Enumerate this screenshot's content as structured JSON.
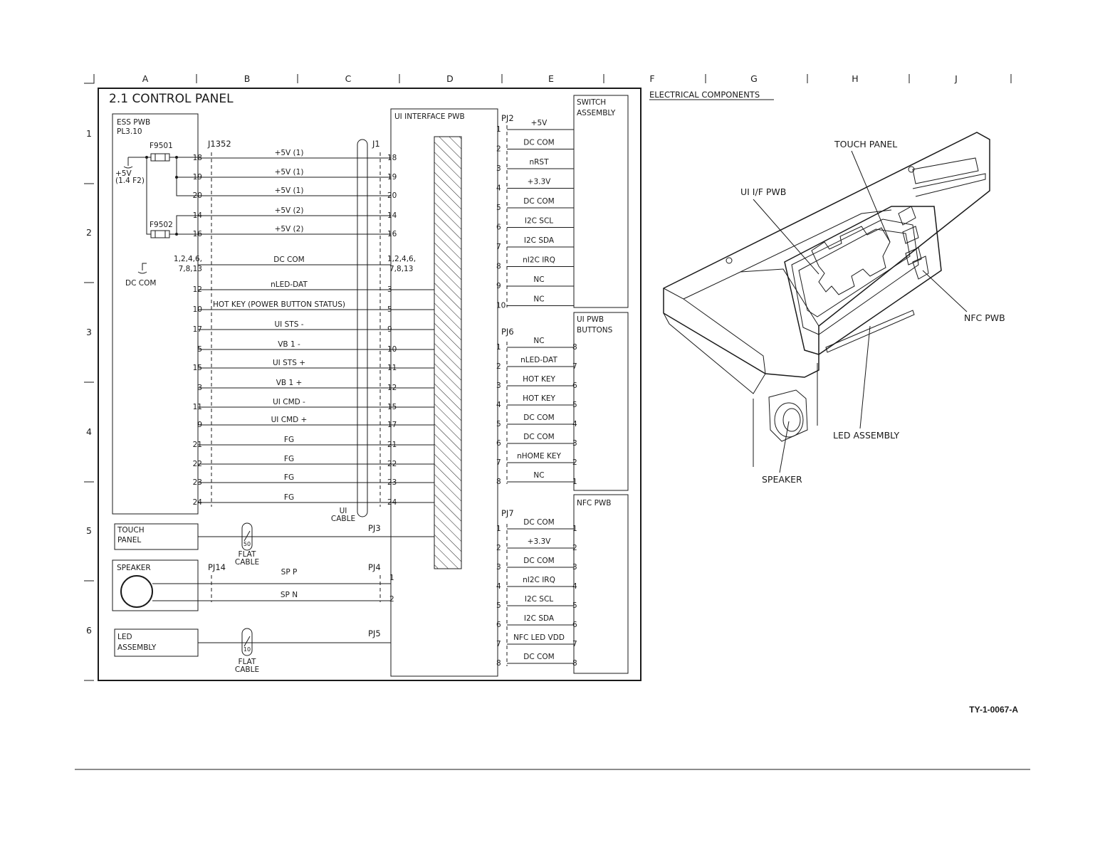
{
  "grid": {
    "columns": [
      "A",
      "B",
      "C",
      "D",
      "E",
      "F",
      "G",
      "H",
      "J"
    ],
    "rows": [
      "1",
      "2",
      "3",
      "4",
      "5",
      "6"
    ]
  },
  "title": "2.1 CONTROL PANEL",
  "ess": {
    "label": "ESS PWB",
    "sub": "PL3.10",
    "f1": "F9501",
    "f2": "F9502",
    "supply1": "+5V",
    "supply2": "(1.4 F2)",
    "dccom": "DC COM"
  },
  "connectors": {
    "j1352": "J1352",
    "j1": "J1",
    "pj2": "PJ2",
    "pj6": "PJ6",
    "pj7": "PJ7",
    "pj3": "PJ3",
    "pj4": "PJ4",
    "pj5": "PJ5",
    "pj14": "PJ14"
  },
  "ui_interface_label": "UI INTERFACE PWB",
  "ui_cable": [
    "UI",
    "CABLE"
  ],
  "main_signals": [
    {
      "left": "18",
      "name": "+5V (1)",
      "right": "18"
    },
    {
      "left": "19",
      "name": "+5V (1)",
      "right": "19"
    },
    {
      "left": "20",
      "name": "+5V (1)",
      "right": "20"
    },
    {
      "left": "14",
      "name": "+5V (2)",
      "right": "14"
    },
    {
      "left": "16",
      "name": "+5V (2)",
      "right": "16"
    },
    {
      "left": "1,2,4,6,",
      "left2": "7,8,13",
      "name": "DC COM",
      "right": "1,2,4,6,",
      "right2": "7,8,13"
    },
    {
      "left": "12",
      "name": "nLED-DAT",
      "right": "3"
    },
    {
      "left": "10",
      "name": "HOT KEY (POWER BUTTON STATUS)",
      "right": "5"
    },
    {
      "left": "17",
      "name": "UI STS -",
      "right": "9"
    },
    {
      "left": "5",
      "name": "VB 1 -",
      "right": "10"
    },
    {
      "left": "15",
      "name": "UI STS +",
      "right": "11"
    },
    {
      "left": "3",
      "name": "VB 1 +",
      "right": "12"
    },
    {
      "left": "11",
      "name": "UI CMD -",
      "right": "15"
    },
    {
      "left": "9",
      "name": "UI CMD +",
      "right": "17"
    },
    {
      "left": "21",
      "name": "FG",
      "right": "21"
    },
    {
      "left": "22",
      "name": "FG",
      "right": "22"
    },
    {
      "left": "23",
      "name": "FG",
      "right": "23"
    },
    {
      "left": "24",
      "name": "FG",
      "right": "24"
    }
  ],
  "switch_assembly": {
    "label1": "SWITCH",
    "label2": "ASSEMBLY",
    "pins": [
      {
        "pin": "1",
        "name": "+5V"
      },
      {
        "pin": "2",
        "name": "DC COM"
      },
      {
        "pin": "3",
        "name": "nRST"
      },
      {
        "pin": "4",
        "name": "+3.3V"
      },
      {
        "pin": "5",
        "name": "DC COM"
      },
      {
        "pin": "6",
        "name": "I2C SCL"
      },
      {
        "pin": "7",
        "name": "I2C SDA"
      },
      {
        "pin": "8",
        "name": "nI2C IRQ"
      },
      {
        "pin": "9",
        "name": "NC"
      },
      {
        "pin": "10",
        "name": "NC"
      }
    ]
  },
  "ui_pwb_buttons": {
    "label1": "UI PWB",
    "label2": "BUTTONS",
    "pins": [
      {
        "pin": "1",
        "name": "NC",
        "rpin": "8"
      },
      {
        "pin": "2",
        "name": "nLED-DAT",
        "rpin": "7"
      },
      {
        "pin": "3",
        "name": "HOT KEY",
        "rpin": "6"
      },
      {
        "pin": "4",
        "name": "HOT KEY",
        "rpin": "5"
      },
      {
        "pin": "5",
        "name": "DC COM",
        "rpin": "4"
      },
      {
        "pin": "6",
        "name": "DC COM",
        "rpin": "3"
      },
      {
        "pin": "7",
        "name": "nHOME KEY",
        "rpin": "2"
      },
      {
        "pin": "8",
        "name": "NC",
        "rpin": "1"
      }
    ]
  },
  "nfc_pwb": {
    "label": "NFC PWB",
    "pins": [
      {
        "pin": "1",
        "name": "DC COM",
        "rpin": "1"
      },
      {
        "pin": "2",
        "name": "+3.3V",
        "rpin": "2"
      },
      {
        "pin": "3",
        "name": "DC COM",
        "rpin": "3"
      },
      {
        "pin": "4",
        "name": "nI2C IRQ",
        "rpin": "4"
      },
      {
        "pin": "5",
        "name": "I2C SCL",
        "rpin": "5"
      },
      {
        "pin": "6",
        "name": "I2C SDA",
        "rpin": "6"
      },
      {
        "pin": "7",
        "name": "NFC LED VDD",
        "rpin": "7"
      },
      {
        "pin": "8",
        "name": "DC COM",
        "rpin": "8"
      }
    ]
  },
  "touch_panel": {
    "l1": "TOUCH",
    "l2": "PANEL",
    "cable_num": "50",
    "cable1": "FLAT",
    "cable2": "CABLE"
  },
  "speaker": {
    "label": "SPEAKER",
    "spp": "SP P",
    "spn": "SP N",
    "pin1": "1",
    "pin2": "2"
  },
  "led_assembly": {
    "l1": "LED",
    "l2": "ASSEMBLY",
    "cable_num": "10",
    "cable1": "FLAT",
    "cable2": "CABLE"
  },
  "electrical": {
    "heading": "ELECTRICAL COMPONENTS",
    "touch_panel": "TOUCH PANEL",
    "ui_if_pwb": "UI I/F PWB",
    "nfc_pwb": "NFC PWB",
    "led_assembly": "LED ASSEMBLY",
    "speaker": "SPEAKER"
  },
  "figure_id": "TY-1-0067-A"
}
